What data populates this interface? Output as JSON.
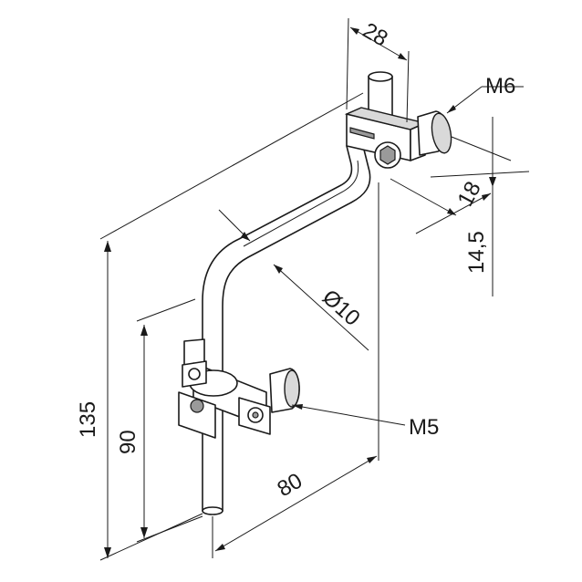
{
  "dimensions": {
    "top_width": "28",
    "thread_top": "M6",
    "clamp_height": "18",
    "clamp_offset": "14,5",
    "diameter": "Ø10",
    "overall_height": "135",
    "lower_height": "90",
    "horizontal_reach": "80",
    "thread_bottom": "M5"
  }
}
